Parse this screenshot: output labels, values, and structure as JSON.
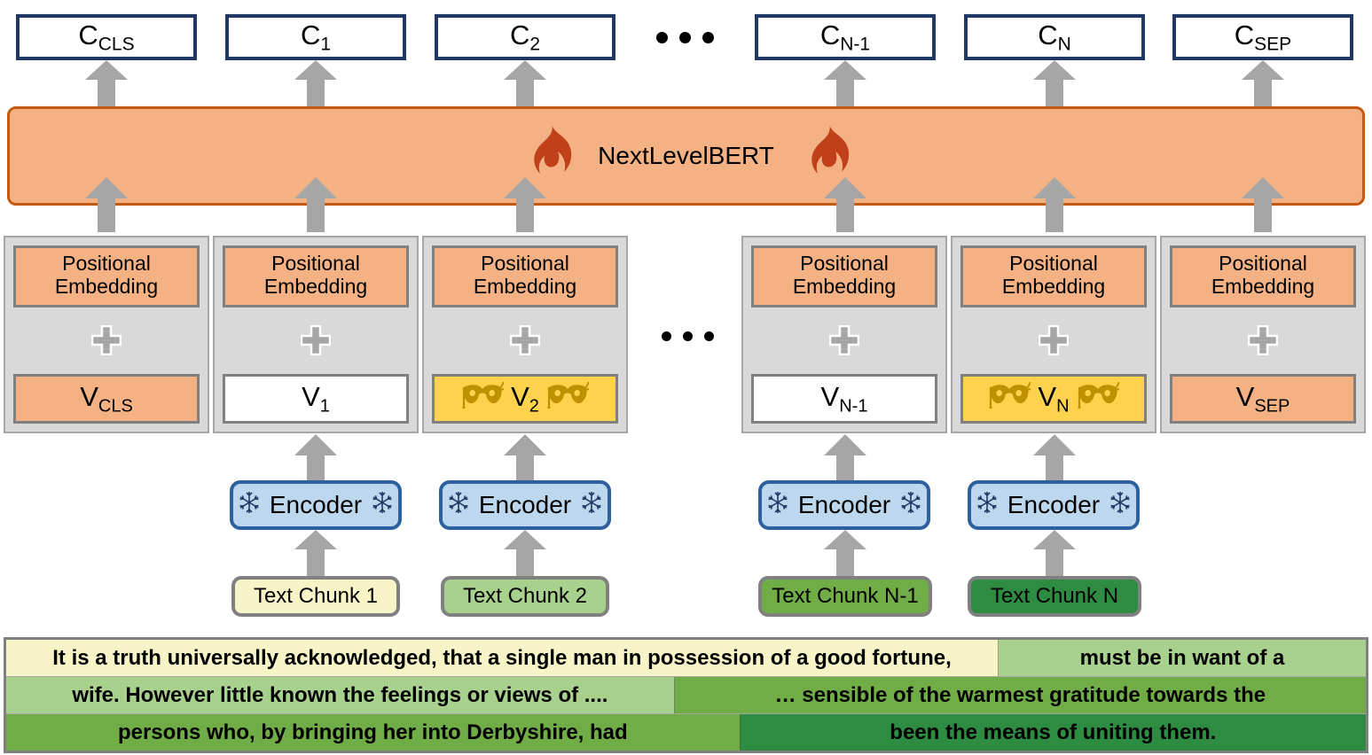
{
  "diagram": {
    "title": "NextLevelBERT architecture",
    "model_name": "NextLevelBERT",
    "flame_icon": "flame-icon",
    "snowflake_icon": "snowflake-icon",
    "mask_icon": "mask-icon",
    "plus_icon": "plus-icon",
    "ellipsis": "..."
  },
  "colors": {
    "model_bar_fill": "#f4b183",
    "model_bar_border": "#c55a11",
    "flame": "#c0401a",
    "output_box_border": "#1f3864",
    "group_fill": "#d9d9d9",
    "group_border": "#a6a6a6",
    "positional_fill": "#f4b183",
    "masked_fill": "#ffd24d",
    "mask_glyph": "#bf9000",
    "encoder_fill": "#bdd7ee",
    "encoder_border": "#2e5f9e",
    "arrow_gray": "#a6a6a6",
    "chunk1": "#f7f5c8",
    "chunk2": "#a9d18e",
    "chunk_n_minus_1": "#70ad47",
    "chunk_n": "#2e8b42"
  },
  "outputs": [
    {
      "base": "C",
      "sub": "CLS",
      "name": "output-c-cls"
    },
    {
      "base": "C",
      "sub": "1",
      "name": "output-c-1"
    },
    {
      "base": "C",
      "sub": "2",
      "name": "output-c-2"
    },
    {
      "base": "C",
      "sub": "N-1",
      "name": "output-c-n-1"
    },
    {
      "base": "C",
      "sub": "N",
      "name": "output-c-n"
    },
    {
      "base": "C",
      "sub": "SEP",
      "name": "output-c-sep"
    }
  ],
  "embedding_groups": [
    {
      "positional": "Positional\nEmbedding",
      "v_base": "V",
      "v_sub": "CLS",
      "style": "orange",
      "masked": false
    },
    {
      "positional": "Positional\nEmbedding",
      "v_base": "V",
      "v_sub": "1",
      "style": "white",
      "masked": false
    },
    {
      "positional": "Positional\nEmbedding",
      "v_base": "V",
      "v_sub": "2",
      "style": "gold",
      "masked": true
    },
    {
      "positional": "Positional\nEmbedding",
      "v_base": "V",
      "v_sub": "N-1",
      "style": "white",
      "masked": false
    },
    {
      "positional": "Positional\nEmbedding",
      "v_base": "V",
      "v_sub": "N",
      "style": "gold",
      "masked": true
    },
    {
      "positional": "Positional\nEmbedding",
      "v_base": "V",
      "v_sub": "SEP",
      "style": "orange",
      "masked": false
    }
  ],
  "encoders": [
    {
      "label": "Encoder",
      "name": "encoder-1"
    },
    {
      "label": "Encoder",
      "name": "encoder-2"
    },
    {
      "label": "Encoder",
      "name": "encoder-n-1"
    },
    {
      "label": "Encoder",
      "name": "encoder-n"
    }
  ],
  "chunks": [
    {
      "label": "Text Chunk 1",
      "color": "#f7f5c8",
      "name": "text-chunk-1"
    },
    {
      "label": "Text Chunk 2",
      "color": "#a9d18e",
      "name": "text-chunk-2"
    },
    {
      "label": "Text Chunk N-1",
      "color": "#70ad47",
      "name": "text-chunk-n-1"
    },
    {
      "label": "Text Chunk N",
      "color": "#2e8b42",
      "name": "text-chunk-n"
    }
  ],
  "passage": {
    "rows": [
      [
        {
          "text": "It is a truth universally acknowledged, that a single man in possession of a good fortune,",
          "color": "#f7f5c8",
          "flex": 802
        },
        {
          "text": "must be in want of a",
          "color": "#a9d18e",
          "flex": 297
        }
      ],
      [
        {
          "text": "wife. However little known the feelings or views of ....",
          "color": "#a9d18e",
          "flex": 540
        },
        {
          "text": "… sensible of the warmest gratitude towards the",
          "color": "#70ad47",
          "flex": 559
        }
      ],
      [
        {
          "text": "persons who, by bringing her into Derbyshire, had",
          "color": "#70ad47",
          "flex": 593
        },
        {
          "text": "been the means of uniting them.",
          "color": "#2e8b42",
          "flex": 506
        }
      ]
    ]
  }
}
